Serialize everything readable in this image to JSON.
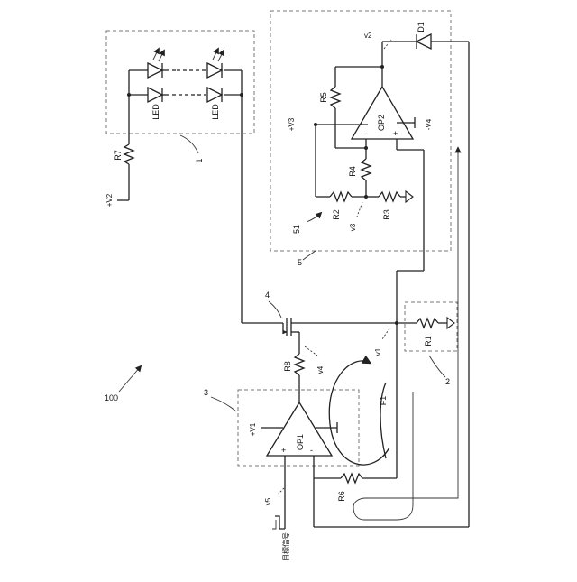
{
  "labels": {
    "fig_ref": "100",
    "led_block_ref": "1",
    "sense_block_ref": "2",
    "opamp_block_ref": "3",
    "transistor_ref": "4",
    "feedback_block_ref": "5",
    "feedback_inner_ref": "51",
    "led_top": "LED",
    "led_bottom": "LED",
    "R1": "R1",
    "R2": "R2",
    "R3": "R3",
    "R4": "R4",
    "R5": "R5",
    "R6": "R6",
    "R7": "R7",
    "R8": "R8",
    "D1": "D1",
    "OP1": "OP1",
    "OP2": "OP2",
    "op1_plus": "+",
    "op1_minus": "-",
    "op2_plus": "+",
    "op2_minus": "-",
    "supply_v1": "+V1",
    "supply_v2": "+V2",
    "supply_v3": "+V3",
    "supply_v4": "-V4",
    "node_v1": "v1",
    "node_v2": "v2",
    "node_v3": "v3",
    "node_v4": "v4",
    "node_v5": "v5",
    "loop_label": "F1",
    "input_label": "目標信号"
  }
}
